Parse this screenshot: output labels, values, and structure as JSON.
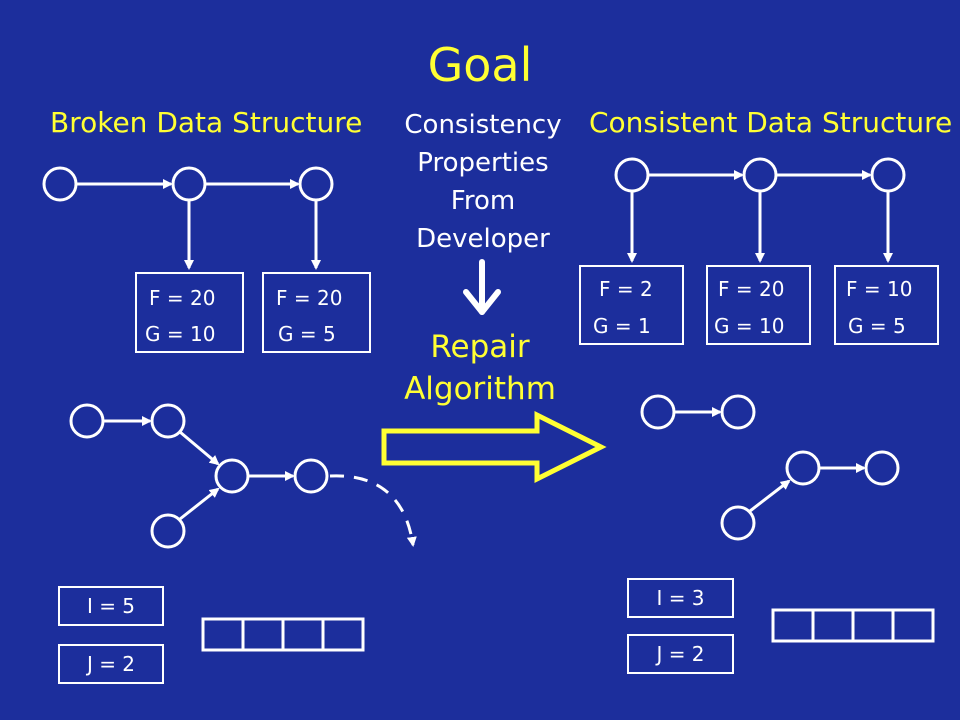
{
  "title": "Goal",
  "headers": {
    "broken": "Broken Data Structure",
    "consistent": "Consistent Data Structure"
  },
  "properties": [
    "Consistency",
    "Properties",
    "From",
    "Developer"
  ],
  "repair": [
    "Repair",
    "Algorithm"
  ],
  "broken_boxes": [
    {
      "f": "F = 20",
      "g": "G = 10"
    },
    {
      "f": "F = 20",
      "g": "G = 5"
    }
  ],
  "consistent_boxes": [
    {
      "f": "F = 2",
      "g": "G = 1"
    },
    {
      "f": "F = 20",
      "g": "G = 10"
    },
    {
      "f": "F = 10",
      "g": "G = 5"
    }
  ],
  "broken_vars": {
    "i": "I = 5",
    "j": "J = 2"
  },
  "consistent_vars": {
    "i": "I = 3",
    "j": "J = 2"
  },
  "colors": {
    "background": "#1c2e9c",
    "accent": "#ffff33",
    "line": "#ffffff"
  }
}
